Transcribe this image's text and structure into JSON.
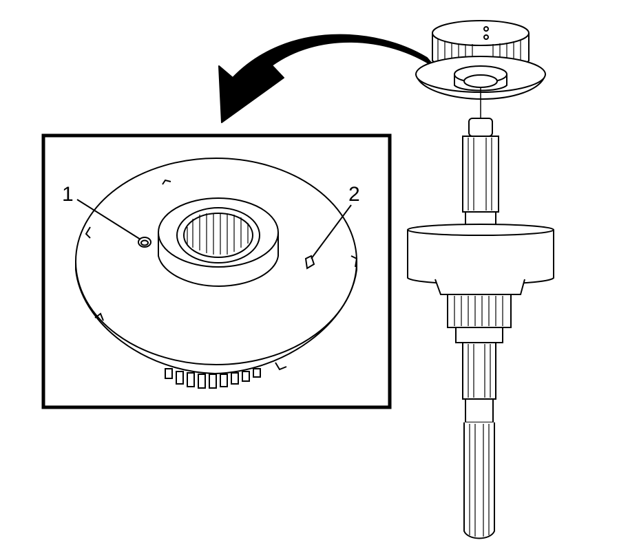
{
  "callouts": [
    {
      "number": "1",
      "target": "hole"
    },
    {
      "number": "2",
      "target": "tab"
    }
  ],
  "colors": {
    "line": "#000000",
    "fill": "#ffffff"
  }
}
